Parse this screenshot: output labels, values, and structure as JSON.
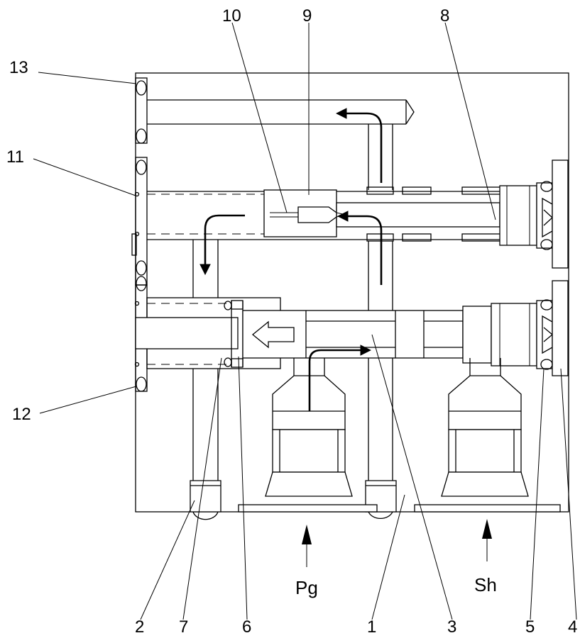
{
  "diagram": {
    "callouts": [
      "1",
      "2",
      "3",
      "4",
      "5",
      "6",
      "7",
      "8",
      "9",
      "10",
      "11",
      "12",
      "13"
    ],
    "ports": [
      "Pg",
      "Sh"
    ]
  }
}
